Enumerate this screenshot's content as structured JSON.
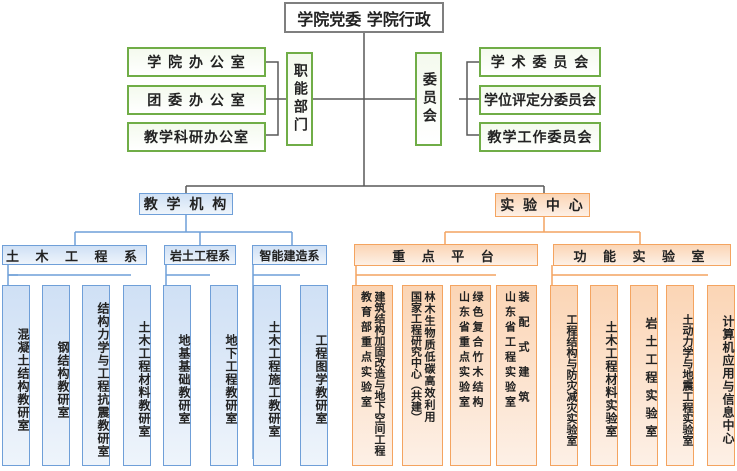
{
  "top": "学院党委  学院行政",
  "functional_label": "职能部门",
  "committee_label": "委员会",
  "functional": [
    "学 院 办 公 室",
    "团 委 办 公 室",
    "教学科研办公室"
  ],
  "committees": [
    "学 术 委 员 会",
    "学位评定分委员会",
    "教学工作委员会"
  ],
  "teaching": "教 学 机 构",
  "experiment": "实 验 中 心",
  "departments": [
    {
      "name": "土 木 工 程 系",
      "units": [
        "混凝土结构教研室",
        "钢结构教研室",
        "结构力学与工程抗震教研室",
        "土木工程材料教研室"
      ]
    },
    {
      "name": "岩土工程系",
      "units": [
        "地基基础教研室",
        "地下工程教研室"
      ]
    },
    {
      "name": "智能建造系",
      "units": [
        "土木工程施工教研室",
        "工程图学教研室"
      ]
    }
  ],
  "platforms": {
    "name": "重 点 平 台",
    "units": [
      [
        "建筑结构加固改造与地下空间工程",
        "教育部重点实验室"
      ],
      [
        "林木生物质低碳高效利用",
        "国家工程研究中心（共建）"
      ],
      [
        "绿色复合竹木结构",
        "山东省重点实验室"
      ],
      [
        "装配式建筑",
        "山东省工程实验室"
      ]
    ]
  },
  "labs": {
    "name": "功 能 实 验 室",
    "units": [
      "工程结构与防灾减灾实验室",
      "土木工程材料实验室",
      "岩土工程实验室",
      "土动力学与地震工程实验室",
      "计算机应用与信息中心"
    ]
  }
}
